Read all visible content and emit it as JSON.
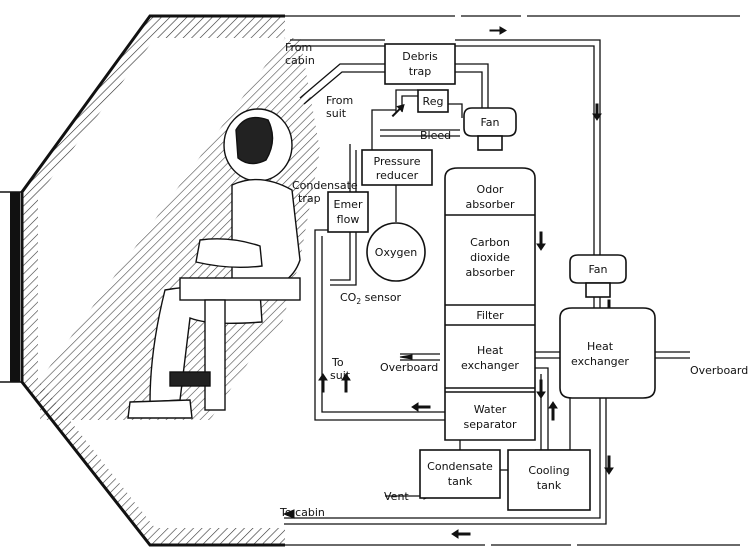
{
  "components": {
    "debris_trap": [
      "Debris",
      "trap"
    ],
    "reg": "Reg",
    "fan_top": "Fan",
    "bleed": "Bleed",
    "pressure_reducer": [
      "Pressure",
      "reducer"
    ],
    "emer_flow": [
      "Emer",
      "flow"
    ],
    "oxygen": "Oxygen",
    "odor_absorber": [
      "Odor",
      "absorber"
    ],
    "co2_absorber": [
      "Carbon",
      "dioxide",
      "absorber"
    ],
    "filter": "Filter",
    "heat_exchanger_col": [
      "Heat",
      "exchanger"
    ],
    "water_separator": [
      "Water",
      "separator"
    ],
    "fan_right": "Fan",
    "heat_exchanger_right": [
      "Heat",
      "exchanger"
    ],
    "condensate_tank": [
      "Condensate",
      "tank"
    ],
    "cooling_tank": [
      "Cooling",
      "tank"
    ]
  },
  "labels": {
    "from_cabin": [
      "From",
      "cabin"
    ],
    "from_suit": [
      "From",
      "suit"
    ],
    "condensate_trap": [
      "Condensate",
      "trap"
    ],
    "co2_sensor_main": "CO",
    "co2_sensor_sub": "2",
    "co2_sensor_rest": " sensor",
    "to_suit": [
      "To",
      "suit"
    ],
    "overboard_left": "Overboard",
    "overboard_right": "Overboard",
    "vent": "Vent",
    "to_cabin": "To cabin"
  }
}
